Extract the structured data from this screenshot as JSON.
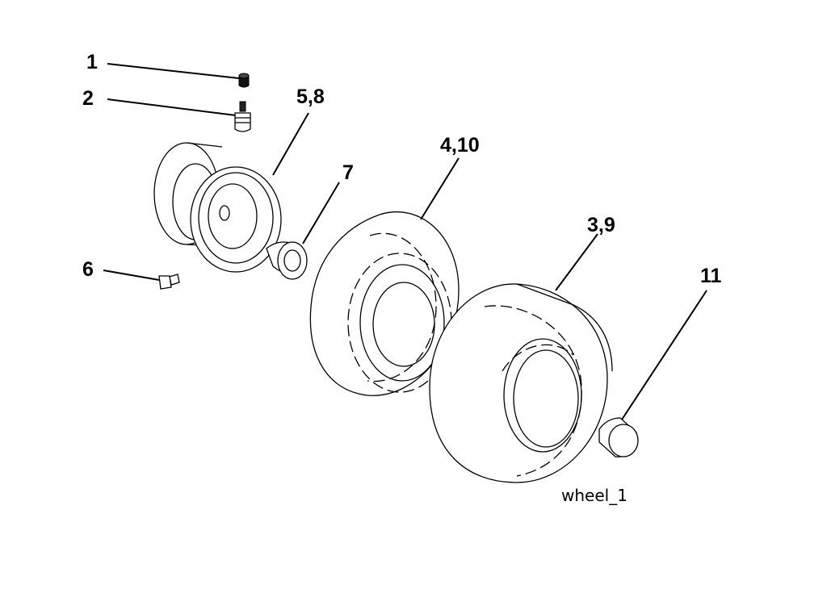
{
  "callouts": {
    "c1": "1",
    "c2": "2",
    "c5_8": "5,8",
    "c7": "7",
    "c4_10": "4,10",
    "c3_9": "3,9",
    "c6": "6",
    "c11": "11"
  },
  "caption": "wheel_1",
  "parts": [
    {
      "id": "valve-cap",
      "callout": "1"
    },
    {
      "id": "valve-stem",
      "callout": "2"
    },
    {
      "id": "rim",
      "callout": "5,8"
    },
    {
      "id": "bearing",
      "callout": "7"
    },
    {
      "id": "tire",
      "callout": "4,10"
    },
    {
      "id": "tire-outer",
      "callout": "3,9"
    },
    {
      "id": "grease-fitting",
      "callout": "6"
    },
    {
      "id": "hub-cap",
      "callout": "11"
    }
  ]
}
